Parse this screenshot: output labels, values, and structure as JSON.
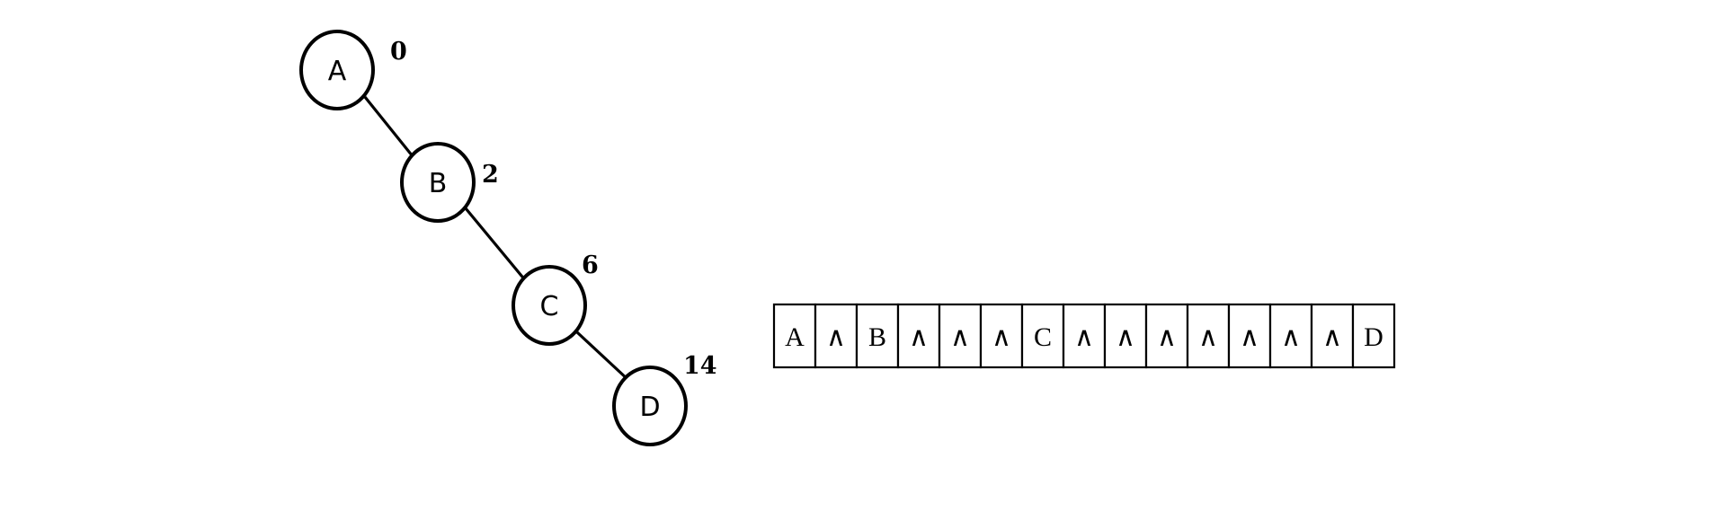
{
  "tree": {
    "nodes": [
      {
        "id": "A",
        "label": "A",
        "index": "0"
      },
      {
        "id": "B",
        "label": "B",
        "index": "2"
      },
      {
        "id": "C",
        "label": "C",
        "index": "6"
      },
      {
        "id": "D",
        "label": "D",
        "index": "14"
      }
    ],
    "edges": [
      {
        "from": "A",
        "to": "B"
      },
      {
        "from": "B",
        "to": "C"
      },
      {
        "from": "C",
        "to": "D"
      }
    ]
  },
  "array": {
    "cells": [
      "A",
      "∧",
      "B",
      "∧",
      "∧",
      "∧",
      "C",
      "∧",
      "∧",
      "∧",
      "∧",
      "∧",
      "∧",
      "∧",
      "D"
    ]
  },
  "colors": {
    "stroke": "#000000",
    "background": "#ffffff"
  }
}
